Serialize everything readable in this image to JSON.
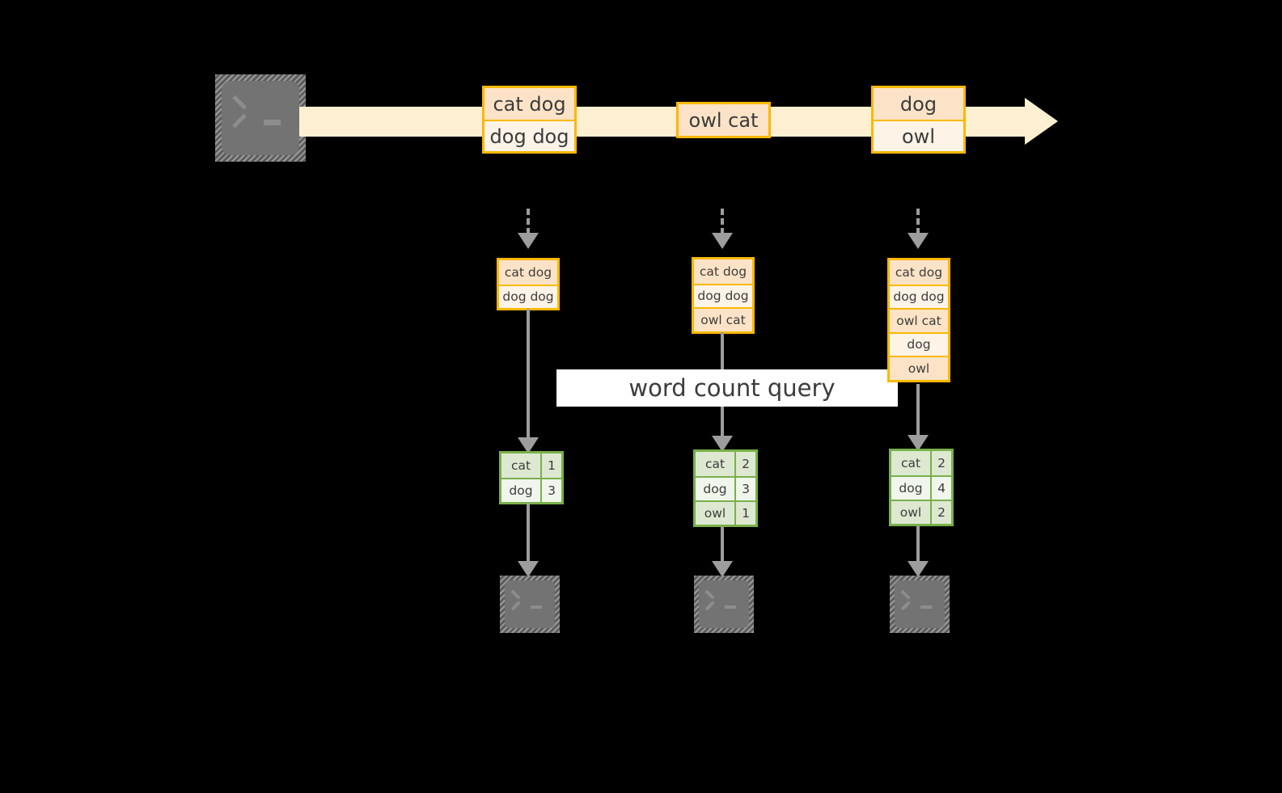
{
  "diagram": {
    "source": {
      "icon": "terminal-icon",
      "stream_label": ""
    },
    "stream_records": [
      {
        "lines": [
          "cat dog",
          "dog dog"
        ]
      },
      {
        "lines": [
          "owl cat"
        ]
      },
      {
        "lines": [
          "dog",
          "owl"
        ]
      }
    ],
    "query_label": "word count query",
    "stages": [
      {
        "accumulated": [
          "cat dog",
          "dog dog"
        ],
        "result": {
          "rows": [
            {
              "word": "cat",
              "count": "1"
            },
            {
              "word": "dog",
              "count": "3"
            }
          ]
        },
        "sink_icon": "terminal-icon"
      },
      {
        "accumulated": [
          "cat dog",
          "dog dog",
          "owl cat"
        ],
        "result": {
          "rows": [
            {
              "word": "cat",
              "count": "2"
            },
            {
              "word": "dog",
              "count": "3"
            },
            {
              "word": "owl",
              "count": "1"
            }
          ]
        },
        "sink_icon": "terminal-icon"
      },
      {
        "accumulated": [
          "cat dog",
          "dog dog",
          "owl cat",
          "dog",
          "owl"
        ],
        "result": {
          "rows": [
            {
              "word": "cat",
              "count": "2"
            },
            {
              "word": "dog",
              "count": "4"
            },
            {
              "word": "owl",
              "count": "2"
            }
          ]
        },
        "sink_icon": "terminal-icon"
      }
    ],
    "colors": {
      "background": "#000000",
      "stream_band": "#fdf0d2",
      "record_border": "#fbb800",
      "record_fill_shade": "#fce3c7",
      "record_fill_light": "#fdf3e7",
      "table_border": "#79b04a",
      "table_fill_shade": "#dde8d1",
      "table_fill_light": "#f1f6ec",
      "connector": "#9d9d9d",
      "text": "#3c3c3c",
      "label_background": "#ffffff"
    }
  }
}
